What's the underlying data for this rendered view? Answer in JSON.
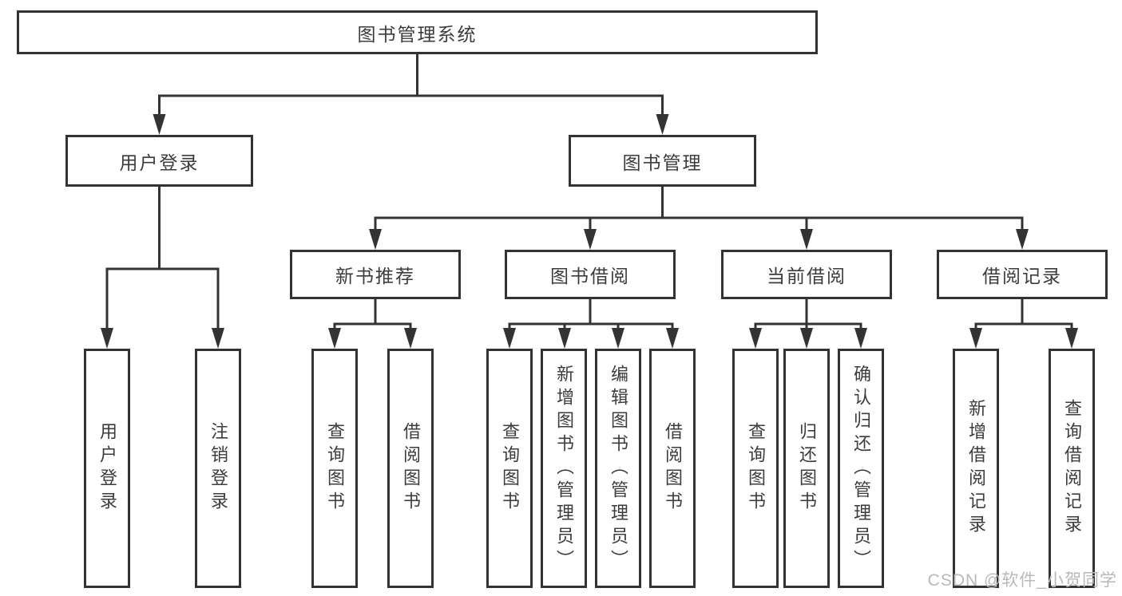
{
  "tree": {
    "root": {
      "label": "图书管理系统"
    },
    "branches": [
      {
        "label": "用户登录",
        "children": [
          {
            "label": "用户登录"
          },
          {
            "label": "注销登录"
          }
        ]
      },
      {
        "label": "图书管理",
        "children": [
          {
            "label": "新书推荐",
            "children": [
              {
                "label": "查询图书"
              },
              {
                "label": "借阅图书"
              }
            ]
          },
          {
            "label": "图书借阅",
            "children": [
              {
                "label": "查询图书"
              },
              {
                "label": "新增图书（管理员）"
              },
              {
                "label": "编辑图书（管理员）"
              },
              {
                "label": "借阅图书"
              }
            ]
          },
          {
            "label": "当前借阅",
            "children": [
              {
                "label": "查询图书"
              },
              {
                "label": "归还图书"
              },
              {
                "label": "确认归还（管理员）"
              }
            ]
          },
          {
            "label": "借阅记录",
            "children": [
              {
                "label": "新增借阅记录"
              },
              {
                "label": "查询借阅记录"
              }
            ]
          }
        ]
      }
    ]
  },
  "watermark": {
    "text": "CSDN @软件_小贺同学"
  },
  "colors": {
    "line": "#333333",
    "text": "#3c3c3c",
    "watermark": "#b9b9b9",
    "background": "#ffffff"
  }
}
